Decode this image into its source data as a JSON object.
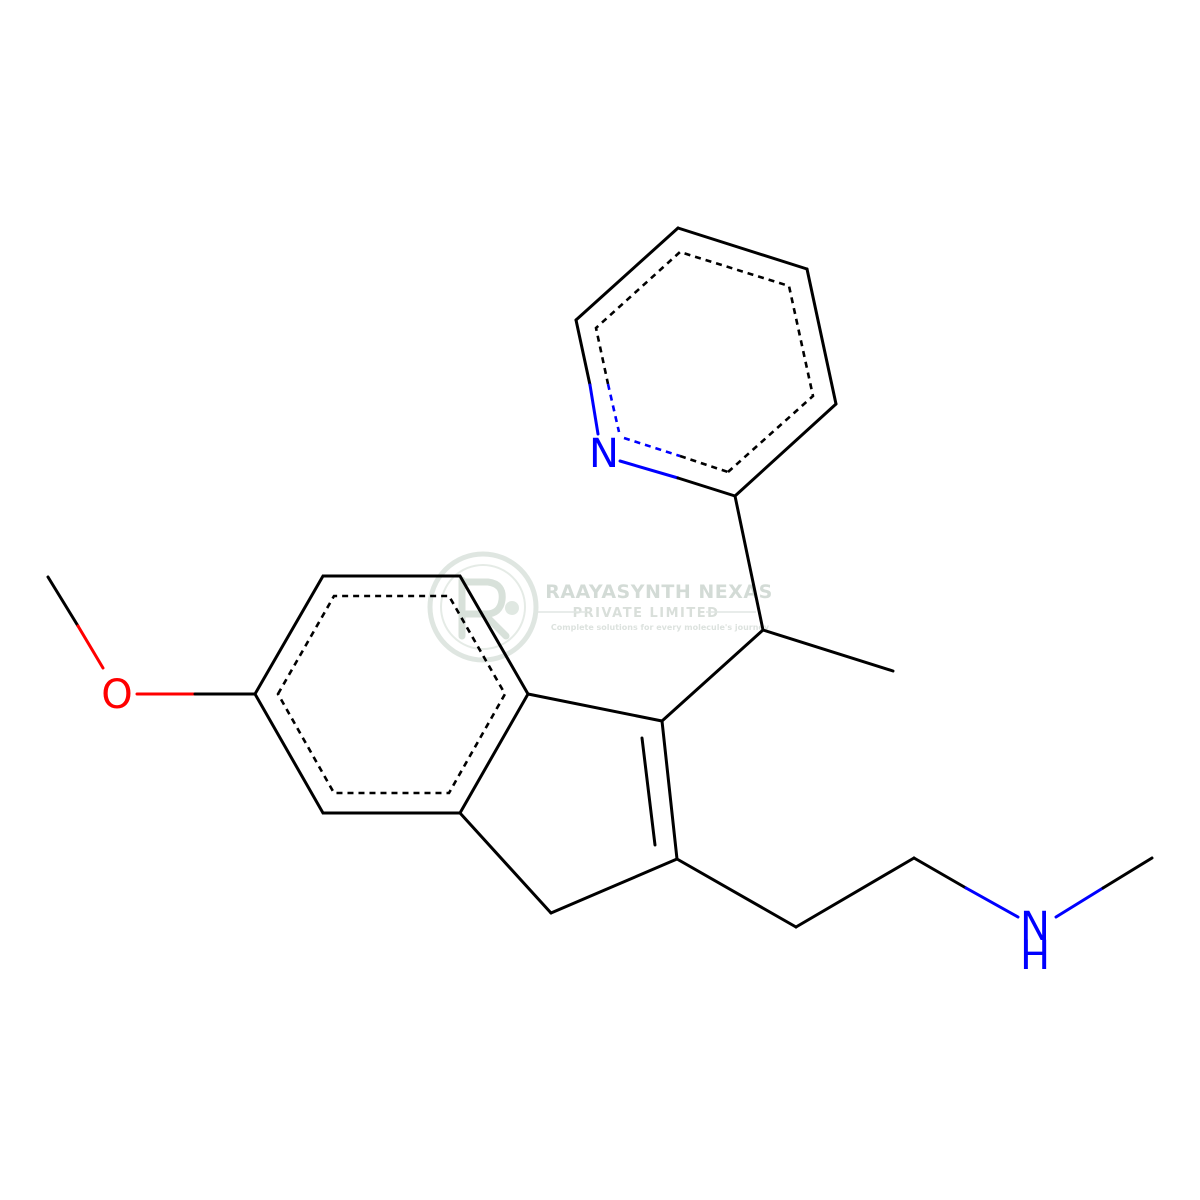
{
  "colors": {
    "bond": "#000000",
    "oxygen": "#ff0000",
    "nitrogen": "#0000ff",
    "watermark": "#cfd8d2"
  },
  "atoms": {
    "oxygen": "O",
    "pyridine_nitrogen": "N",
    "amine_nitrogen": "N",
    "amine_hydrogen": "H"
  },
  "watermark": {
    "title": "RAAYASYNTH NEXAS",
    "subtitle": "PRIVATE LIMITED",
    "tagline": "Complete solutions for every molecule's journey",
    "logo_icon": "raayasynth-logo-icon"
  }
}
